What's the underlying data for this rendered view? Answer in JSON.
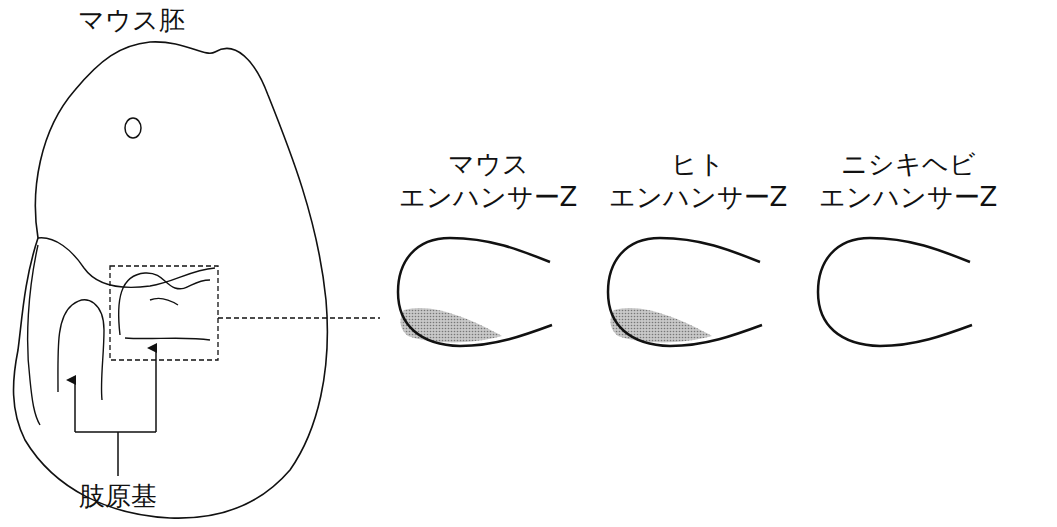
{
  "diagram": {
    "labels": [
      "マウス胚",
      "マウス エンハンサーZ",
      "ヒト エンハンサーZ",
      "ニシキヘビ エンハンサーZ",
      "肢原基"
    ]
  }
}
